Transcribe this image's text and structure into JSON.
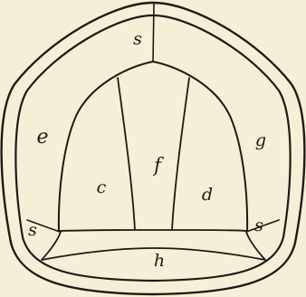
{
  "diagram": {
    "colors": {
      "paper": "#f4efd6",
      "ink": "#1e1a14"
    },
    "labels": {
      "s_top": "s",
      "e": "e",
      "g": "g",
      "c": "c",
      "f": "f",
      "d": "d",
      "s_left": "s",
      "s_right": "s",
      "h": "h"
    }
  }
}
